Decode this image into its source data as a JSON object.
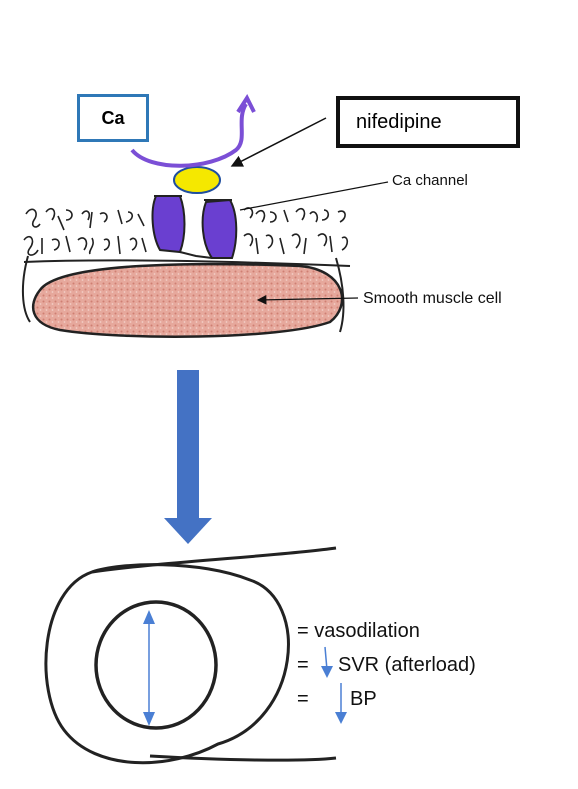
{
  "labels": {
    "ca": "Ca",
    "nifedipine": "nifedipine",
    "ca_channel": "Ca channel",
    "smooth_muscle_cell": "Smooth muscle cell"
  },
  "effects": {
    "line1": "= vasodilation",
    "line2_prefix": "=",
    "line2_text": "SVR (afterload)",
    "line3_prefix": "=",
    "line3_text": "BP"
  },
  "colors": {
    "calcium_box_border": "#2f78b7",
    "calcium_path": "#7b4fd6",
    "nifedipine_drug": "#f5e800",
    "channel_protein": "#6a3fd0",
    "cell_fill": "#e9b0a5",
    "main_arrow": "#4472c4",
    "down_arrow": "#4a7fd4"
  },
  "icons": {
    "main_arrow": "down-arrow-icon",
    "decrease_marker": "down-arrow-icon",
    "diameter_marker": "double-headed-arrow-icon"
  }
}
